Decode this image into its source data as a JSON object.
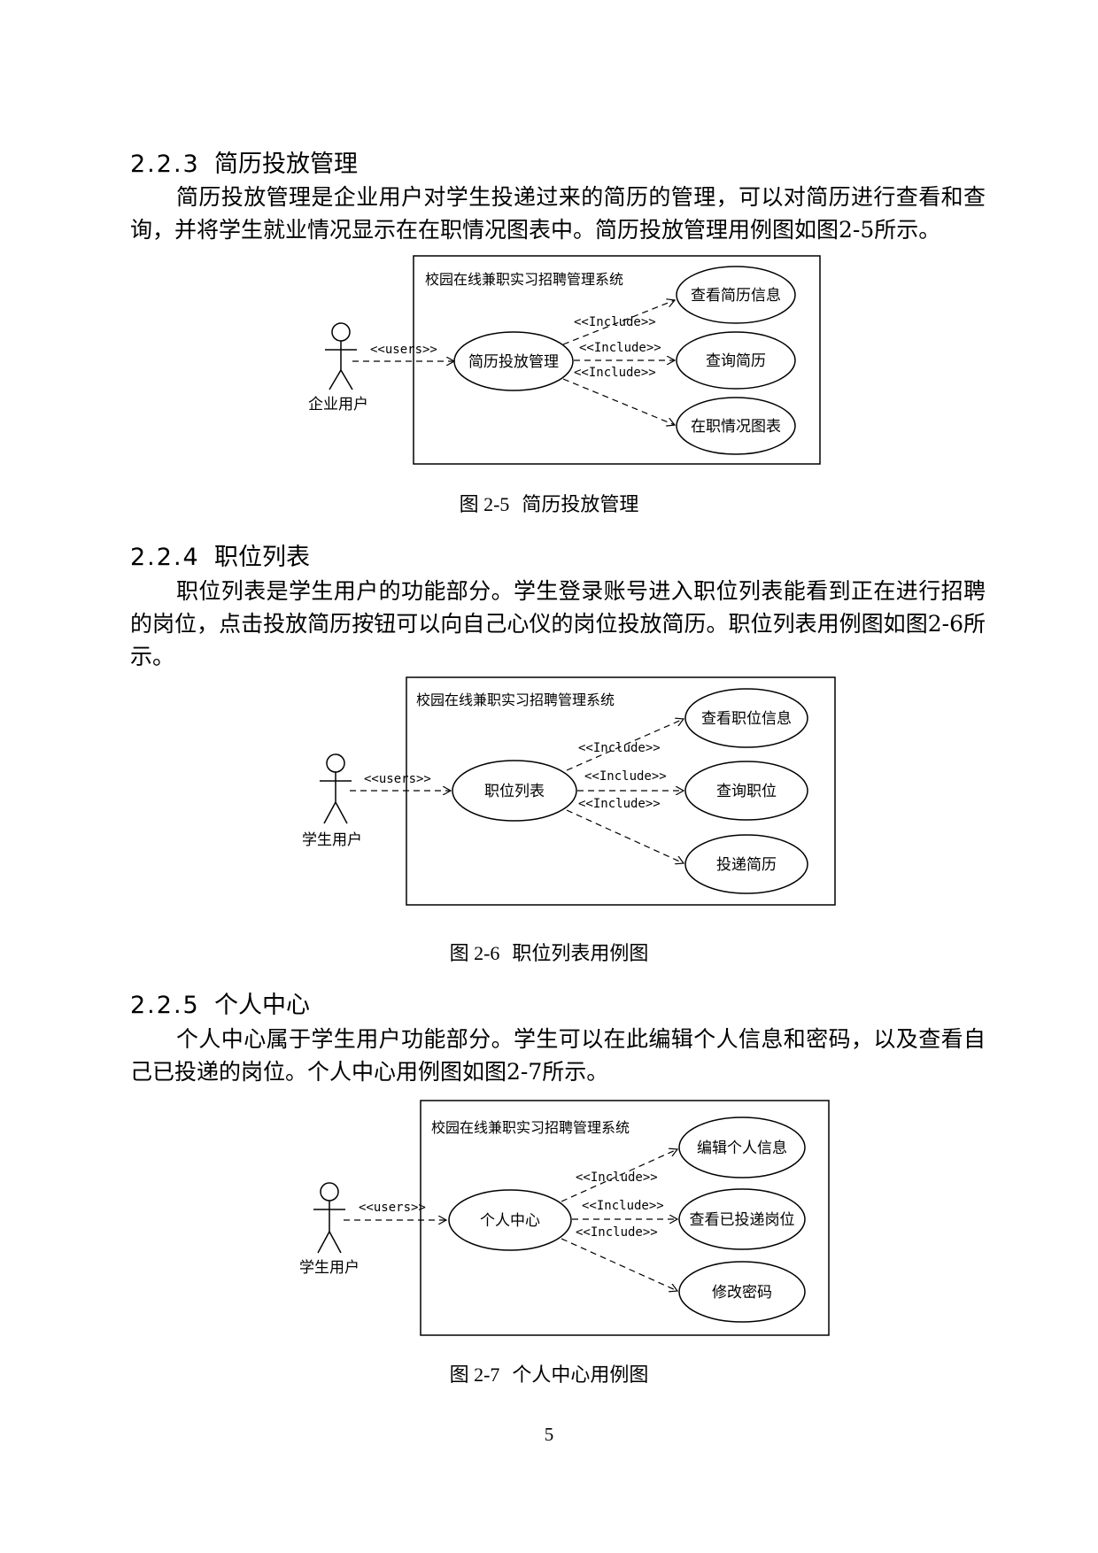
{
  "sections": [
    {
      "number": "2.2.3",
      "title": "简历投放管理",
      "paragraph": "简历投放管理是企业用户对学生投递过来的简历的管理，可以对简历进行查看和查询，并将学生就业情况显示在在职情况图表中。简历投放管理用例图如图2-5所示。",
      "diagram": {
        "system_label": "校园在线兼职实习招聘管理系统",
        "actor": "企业用户",
        "users_stereotype": "<<users>>",
        "main_use_case": "简历投放管理",
        "include_label": "<<Include>>",
        "included": [
          "查看简历信息",
          "查询简历",
          "在职情况图表"
        ]
      },
      "caption_num": "图 2-5",
      "caption_text": "简历投放管理"
    },
    {
      "number": "2.2.4",
      "title": "职位列表",
      "paragraph": "职位列表是学生用户的功能部分。学生登录账号进入职位列表能看到正在进行招聘的岗位，点击投放简历按钮可以向自己心仪的岗位投放简历。职位列表用例图如图2-6所示。",
      "diagram": {
        "system_label": "校园在线兼职实习招聘管理系统",
        "actor": "学生用户",
        "users_stereotype": "<<users>>",
        "main_use_case": "职位列表",
        "include_label": "<<Include>>",
        "included": [
          "查看职位信息",
          "查询职位",
          "投递简历"
        ]
      },
      "caption_num": "图 2-6",
      "caption_text": "职位列表用例图"
    },
    {
      "number": "2.2.5",
      "title": "个人中心",
      "paragraph": "个人中心属于学生用户功能部分。学生可以在此编辑个人信息和密码，以及查看自己已投递的岗位。个人中心用例图如图2-7所示。",
      "diagram": {
        "system_label": "校园在线兼职实习招聘管理系统",
        "actor": "学生用户",
        "users_stereotype": "<<users>>",
        "main_use_case": "个人中心",
        "include_label": "<<Include>>",
        "included": [
          "编辑个人信息",
          "查看已投递岗位",
          "修改密码"
        ]
      },
      "caption_num": "图 2-7",
      "caption_text": "个人中心用例图"
    }
  ],
  "page_number": "5"
}
